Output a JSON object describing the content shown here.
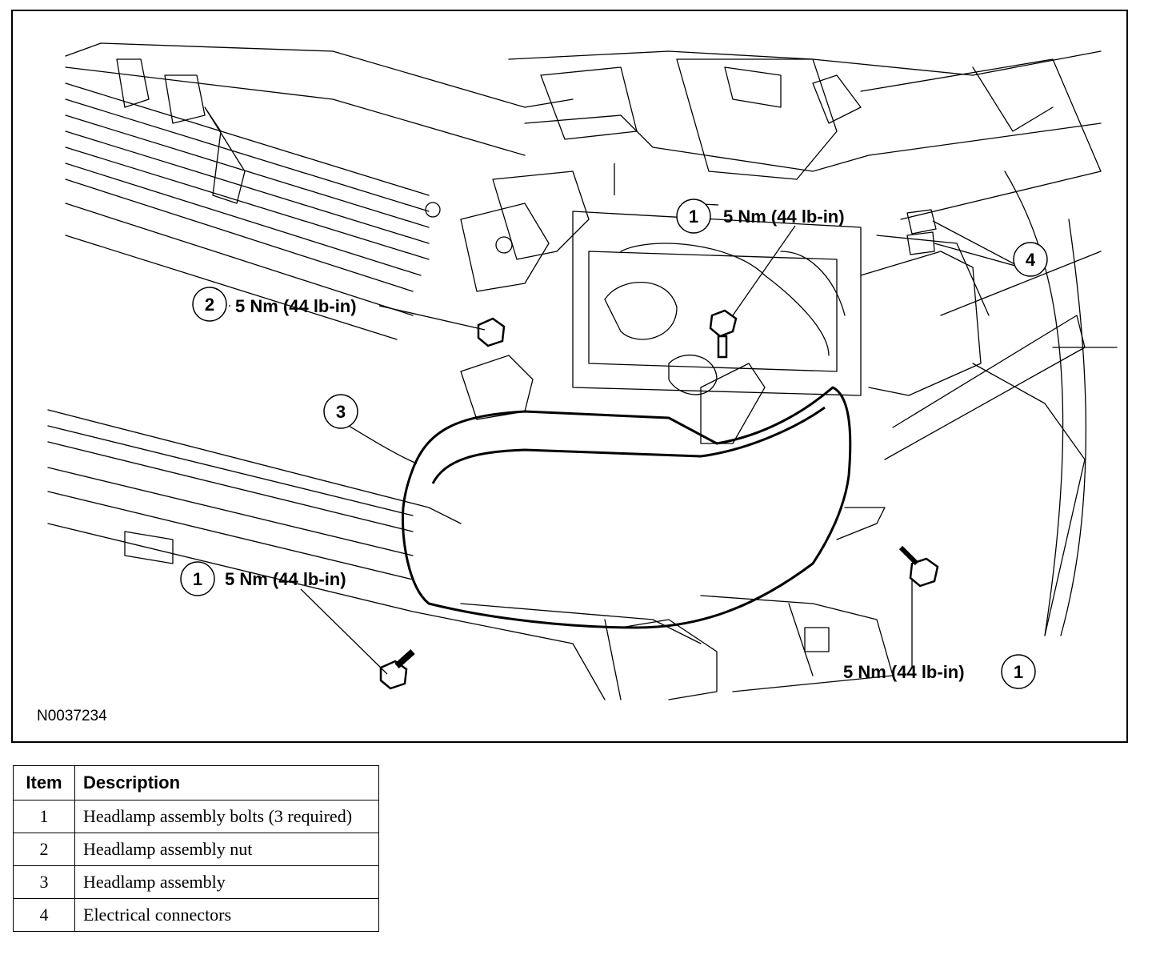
{
  "figure": {
    "id": "N0037234",
    "callouts": [
      {
        "num": "1",
        "torque": "5 Nm (44 lb-in)"
      },
      {
        "num": "2",
        "torque": "5 Nm (44 lb-in)"
      },
      {
        "num": "3"
      },
      {
        "num": "4"
      },
      {
        "num": "1",
        "torque": "5 Nm (44 lb-in)"
      },
      {
        "num": "1",
        "torque": "5 Nm (44 lb-in)"
      }
    ]
  },
  "legend": {
    "headers": {
      "item": "Item",
      "description": "Description"
    },
    "rows": [
      {
        "item": "1",
        "description": "Headlamp assembly bolts (3 required)"
      },
      {
        "item": "2",
        "description": "Headlamp assembly nut"
      },
      {
        "item": "3",
        "description": "Headlamp assembly"
      },
      {
        "item": "4",
        "description": "Electrical connectors"
      }
    ]
  }
}
